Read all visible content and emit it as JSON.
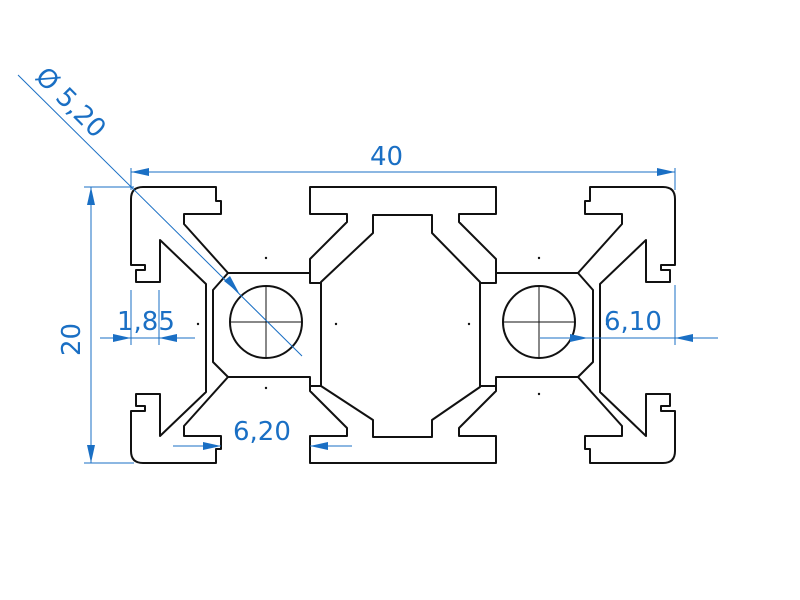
{
  "dimensions": {
    "width": "40",
    "height": "20",
    "hole_diameter": "Ø 5,20",
    "wall_thickness": "1,85",
    "slot_opening": "6,20",
    "slot_depth": "6,10"
  },
  "colors": {
    "dimension": "#1a6fc4",
    "outline": "#111111",
    "background": "#ffffff"
  }
}
